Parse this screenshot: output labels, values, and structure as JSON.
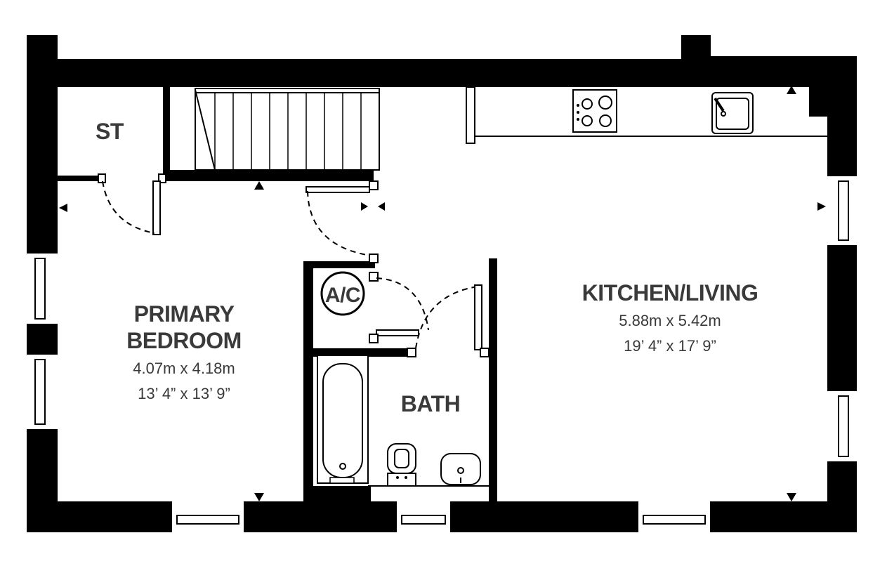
{
  "rooms": {
    "store": {
      "label": "ST"
    },
    "primary_bedroom": {
      "label_line1": "PRIMARY",
      "label_line2": "BEDROOM",
      "metric": "4.07m x 4.18m",
      "imperial": "13’ 4” x 13’ 9”"
    },
    "ac": {
      "label": "A/C"
    },
    "bath": {
      "label": "BATH"
    },
    "kitchen_living": {
      "label": "KITCHEN/LIVING",
      "metric": "5.88m x 5.42m",
      "imperial": "19’ 4” x 17’ 9”"
    }
  }
}
